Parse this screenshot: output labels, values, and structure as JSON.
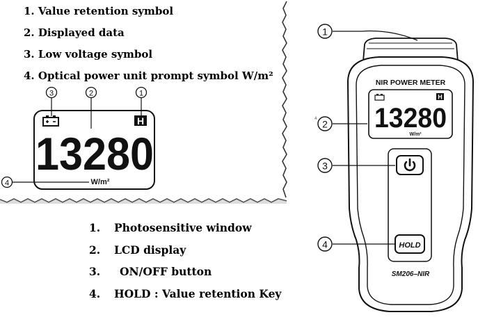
{
  "top_legend": [
    {
      "text": "1. Value retention symbol"
    },
    {
      "text": "2. Displayed data"
    },
    {
      "text": "3. Low voltage symbol"
    },
    {
      "text": "4. Optical power unit prompt symbol W/m²"
    }
  ],
  "bottom_legend": [
    {
      "num": "1.",
      "label": "Photosensitive window"
    },
    {
      "num": "2.",
      "label": "LCD display"
    },
    {
      "num": "3.",
      "label": "ON/OFF button"
    },
    {
      "num": "4.",
      "label": "HOLD : Value retention Key"
    }
  ],
  "lcd_zoom": {
    "reading": "13280",
    "unit": "W/m²",
    "hold_symbol": "H",
    "callouts": [
      "3",
      "2",
      "1",
      "4"
    ]
  },
  "device": {
    "title": "NIR POWER METER",
    "reading": "13280",
    "unit": "W/m²",
    "hold_symbol": "H",
    "hold_button_label": "HOLD",
    "model": "SM206–NIR",
    "callouts": [
      "1",
      "2",
      "3",
      "4"
    ],
    "small_mark": "4"
  },
  "icons": {
    "battery": "battery-icon",
    "power": "power-icon"
  }
}
